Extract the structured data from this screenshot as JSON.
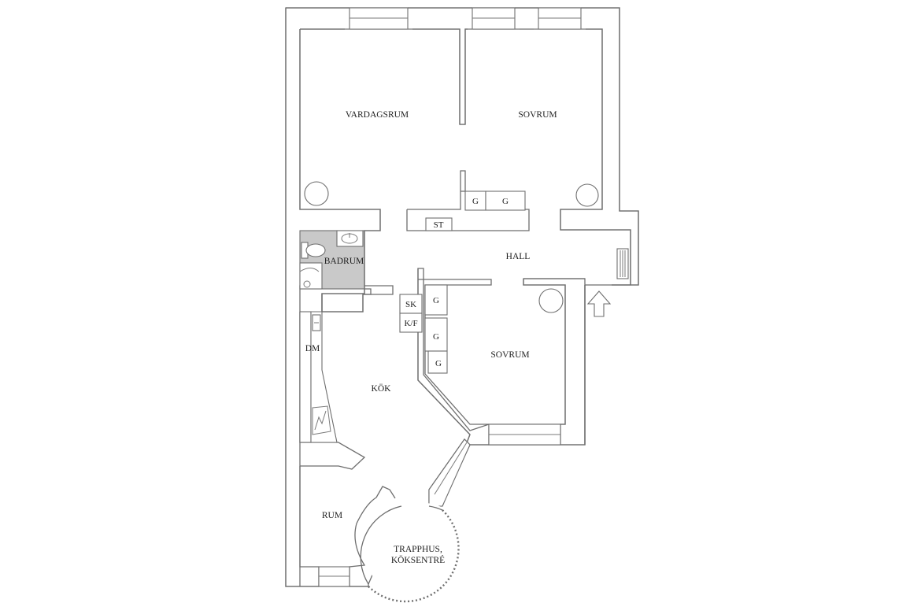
{
  "rooms": {
    "vardagsrum": "VARDAGSRUM",
    "sovrum_1": "SOVRUM",
    "sovrum_2": "SOVRUM",
    "hall": "HALL",
    "badrum": "BADRUM",
    "kok": "KÖK",
    "rum": "RUM",
    "dm": "DM",
    "trapphus_line1": "TRAPPHUS,",
    "trapphus_line2": "KÖKSENTRÉ"
  },
  "closets": {
    "g_top_1": "G",
    "g_top_2": "G",
    "st": "ST",
    "sk": "SK",
    "kf": "K/F",
    "g_side_1": "G",
    "g_side_2": "G",
    "g_side_3": "G"
  },
  "icons": [
    "entrance-arrow-icon",
    "radiator-icon",
    "stove-icon",
    "toilet-icon",
    "sink-icon",
    "shower-icon",
    "kitchen-sink-icon",
    "fridge-icon"
  ],
  "colors": {
    "wall": "#6e6e6e",
    "bathroom_fill": "#c9c9c9",
    "background": "#ffffff"
  }
}
